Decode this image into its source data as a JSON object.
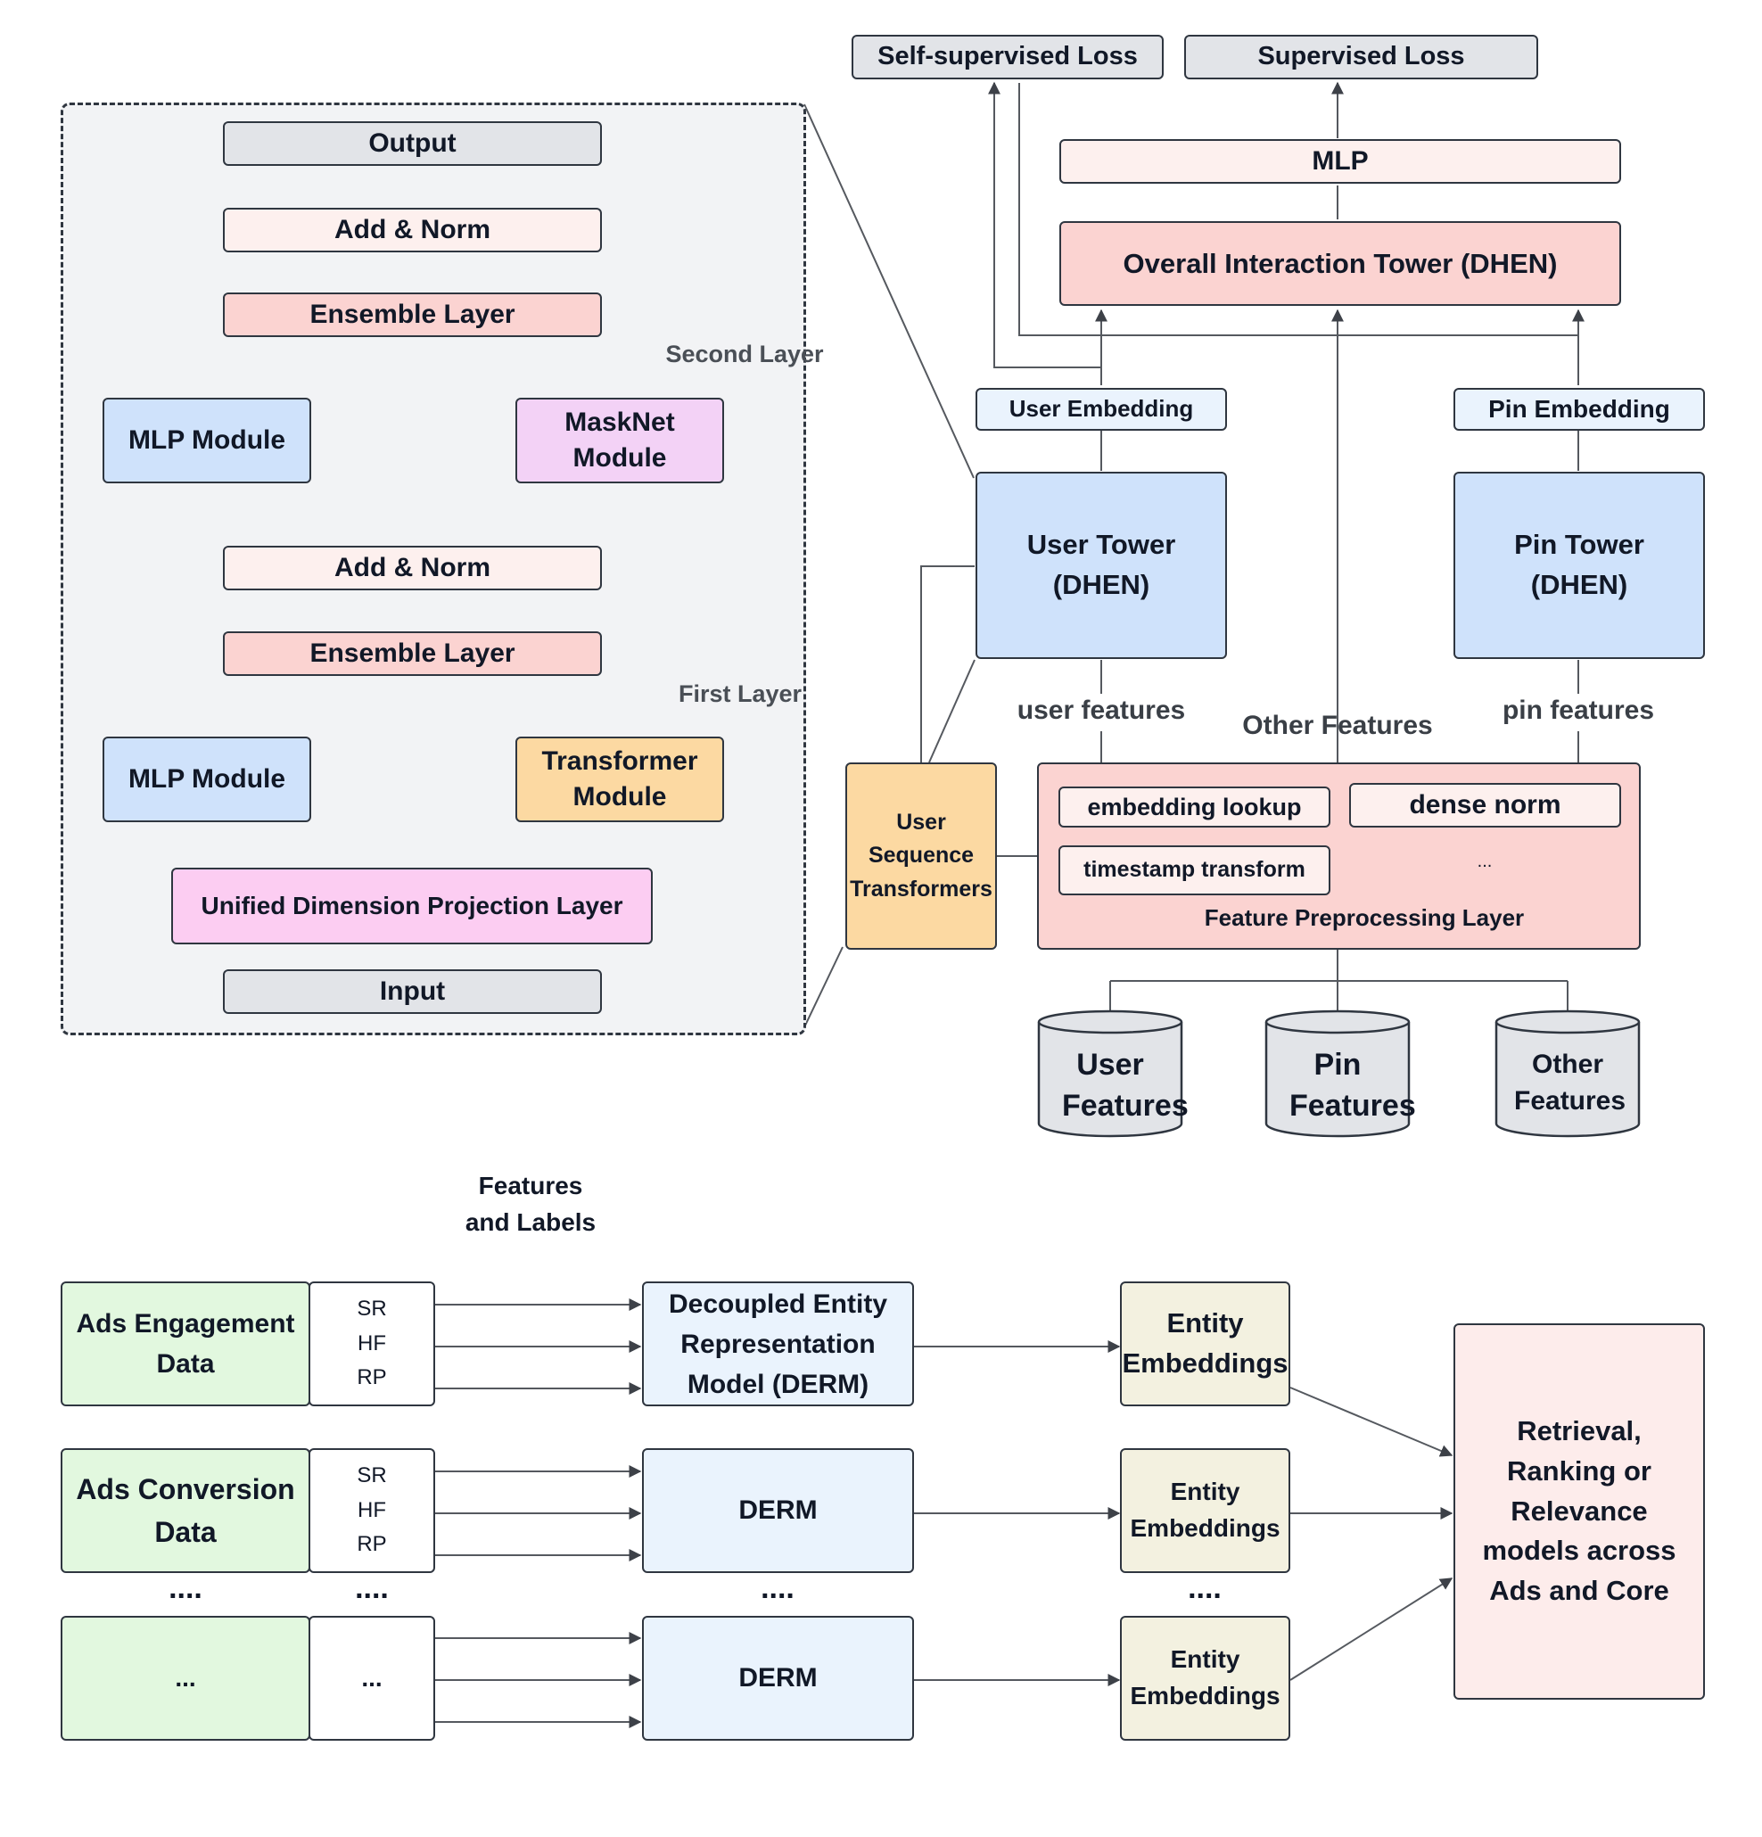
{
  "detail": {
    "output": "Output",
    "add_norm_top": "Add & Norm",
    "ensemble_top": "Ensemble Layer",
    "mlp_module_top": "MLP Module",
    "masknet_module": "MaskNet Module",
    "second_layer": "Second Layer",
    "add_norm_bottom": "Add & Norm",
    "ensemble_bottom": "Ensemble Layer",
    "mlp_module_bottom": "MLP Module",
    "transformer_module": "Transformer Module",
    "first_layer": "First Layer",
    "unified_projection": "Unified Dimension Projection Layer",
    "input": "Input"
  },
  "architecture": {
    "self_supervised_loss": "Self-supervised Loss",
    "supervised_loss": "Supervised Loss",
    "mlp": "MLP",
    "overall_interaction_tower": "Overall Interaction Tower (DHEN)",
    "user_embedding": "User Embedding",
    "pin_embedding": "Pin Embedding",
    "user_tower": "User Tower (DHEN)",
    "pin_tower": "Pin Tower (DHEN)",
    "user_features_label": "user features",
    "other_features_label": "Other Features",
    "pin_features_label": "pin features",
    "user_sequence_transformers": "User Sequence Transformers",
    "preprocessing": {
      "embedding_lookup": "embedding lookup",
      "dense_norm": "dense norm",
      "timestamp_transform": "timestamp transform",
      "ellipsis": "...",
      "title": "Feature Preprocessing Layer"
    },
    "stores": [
      "User Features",
      "Pin Features",
      "Other Features"
    ]
  },
  "pipeline": {
    "features_and_labels": "Features and Labels",
    "rows": [
      {
        "source": "Ads Engagement Data",
        "signals": [
          "SR",
          "HF",
          "RP"
        ],
        "model": "Decoupled Entity Representation Model (DERM)",
        "embeddings": "Entity Embeddings"
      },
      {
        "source": "Ads Conversion Data",
        "signals": [
          "SR",
          "HF",
          "RP"
        ],
        "model": "DERM",
        "embeddings": "Entity Embeddings"
      },
      {
        "source": "...",
        "signals": [
          "..."
        ],
        "model": "DERM",
        "embeddings": "Entity Embeddings"
      }
    ],
    "gap_dots": "....",
    "target": "Retrieval, Ranking or Relevance models across Ads and Core"
  }
}
